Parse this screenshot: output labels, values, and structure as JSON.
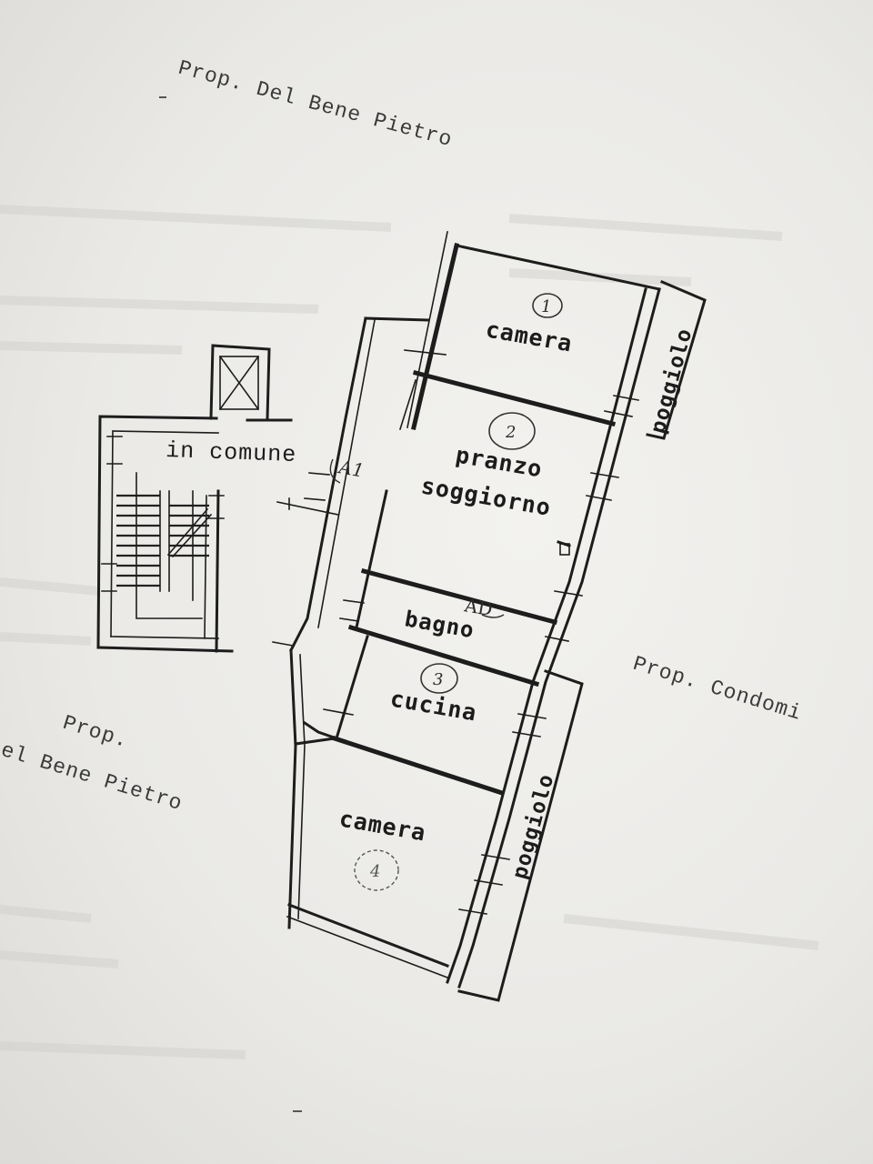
{
  "owners": {
    "top": "Prop. Del Bene Pietro",
    "left_line1": "Prop.",
    "left_line2": "el Bene Pietro",
    "right": "Prop. Condomi"
  },
  "areas": {
    "common": "in comune"
  },
  "rooms": [
    {
      "name": "camera",
      "number": "1"
    },
    {
      "name": "pranzo",
      "name2": "soggiorno",
      "number": "2"
    },
    {
      "name": "bagno",
      "number": "AD"
    },
    {
      "name": "cucina",
      "number": "3"
    },
    {
      "name": "camera",
      "number": "4"
    }
  ],
  "balconies": [
    "poggiolo",
    "poggiolo"
  ],
  "entrance_mark": "A1"
}
